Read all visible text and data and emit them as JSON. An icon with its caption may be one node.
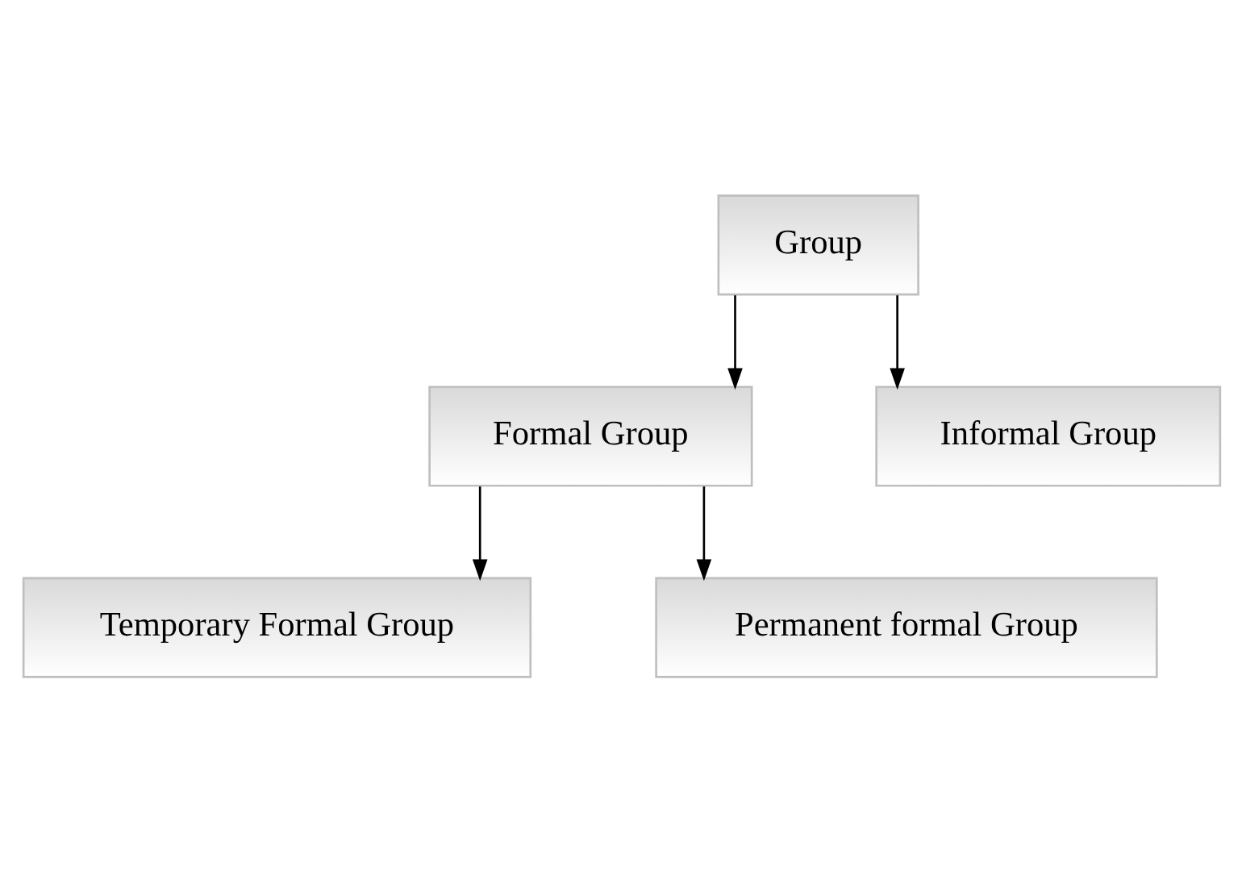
{
  "diagram": {
    "nodes": [
      {
        "text": [
          "Group"
        ]
      },
      {
        "text": [
          "Formal Group"
        ]
      },
      {
        "text": [
          "Informal Group"
        ]
      },
      {
        "text": [
          "Temporary Formal Group"
        ]
      },
      {
        "text": [
          "Permanent formal Group"
        ]
      }
    ],
    "edges": [
      {
        "from": 0,
        "to": 1,
        "arrow": "to"
      },
      {
        "from": 0,
        "to": 2,
        "arrow": "to"
      },
      {
        "from": 1,
        "to": 3,
        "arrow": "to"
      },
      {
        "from": 1,
        "to": 4,
        "arrow": "to"
      }
    ]
  }
}
